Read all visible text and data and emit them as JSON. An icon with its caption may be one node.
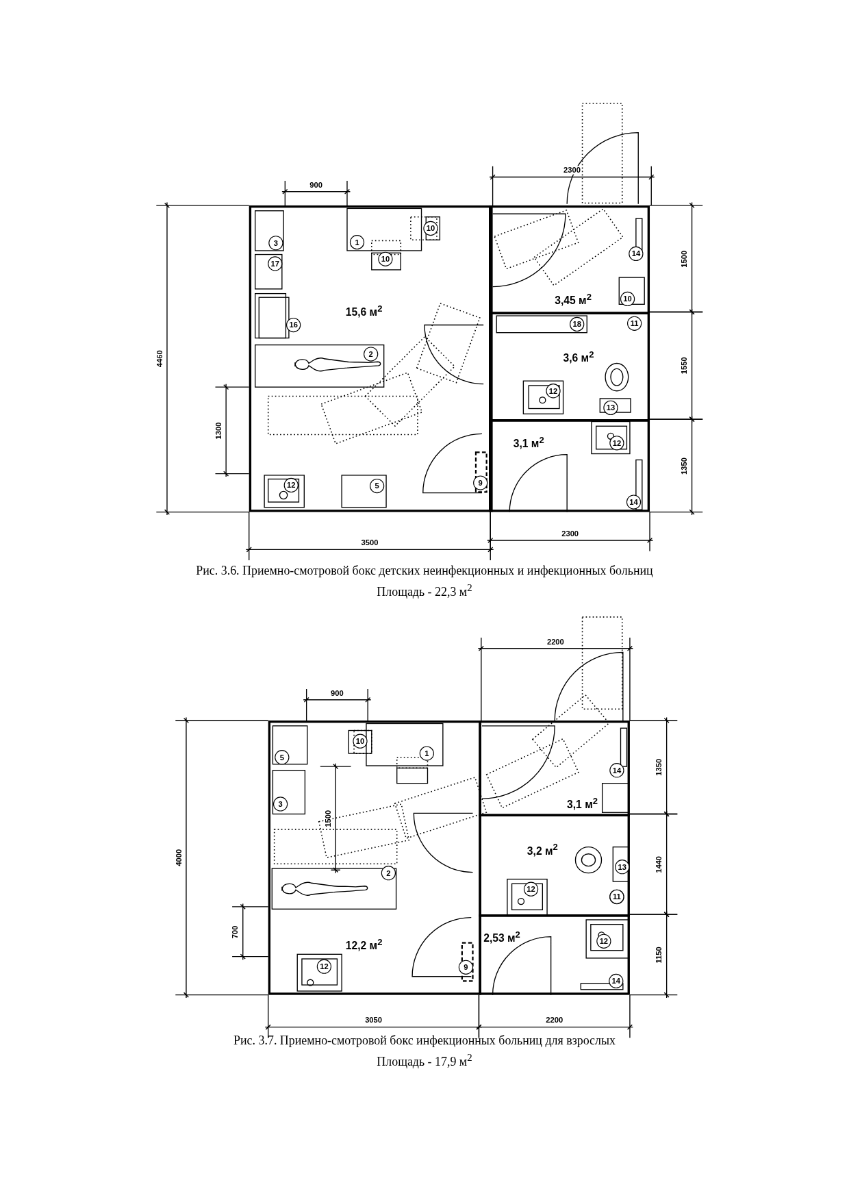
{
  "diagram": {
    "nodes": [
      {
        "text": [
          "15,6 м$^{2}$"
        ]
      },
      {
        "text": [
          "3,45 м$^{2}$"
        ]
      },
      {
        "text": [
          "3,6 м$^{2}$"
        ]
      },
      {
        "text": [
          "3,1 м$^{2}$"
        ]
      },
      {
        "text": [
          "12,2 м$^{2}$"
        ]
      },
      {
        "text": [
          "3,1 м$^{2}$"
        ]
      },
      {
        "text": [
          "3,2 м$^{2}$"
        ]
      },
      {
        "text": [
          "2,53 м$^{2}$"
        ]
      }
    ],
    "labels": [
      "900",
      "2300",
      "3",
      "1",
      "10",
      "10",
      "17",
      "14",
      "1500",
      "10",
      "16",
      "18",
      "11",
      "4460",
      "2",
      "1550",
      "12",
      "13",
      "1300",
      "12",
      "1350",
      "12",
      "5",
      "9",
      "14",
      "2300",
      "3500",
      "Рис. 3.6. Приемно-смотровой бокс детских неинфекционных и инфекционных больниц",
      "Площадь - 22,3 м$^{2}$",
      "2200",
      "900",
      "10",
      "1",
      "5",
      "14",
      "1350",
      "3",
      "1500",
      "4000",
      "1440",
      "13",
      "2",
      "12",
      "11",
      "700",
      "1150",
      "12",
      "12",
      "9",
      "14",
      "3050",
      "2200",
      "Рис. 3.7. Приемно-смотровой бокс инфекционных больниц для взрослых",
      "Площадь - 17,9 м$^{2}$"
    ]
  }
}
